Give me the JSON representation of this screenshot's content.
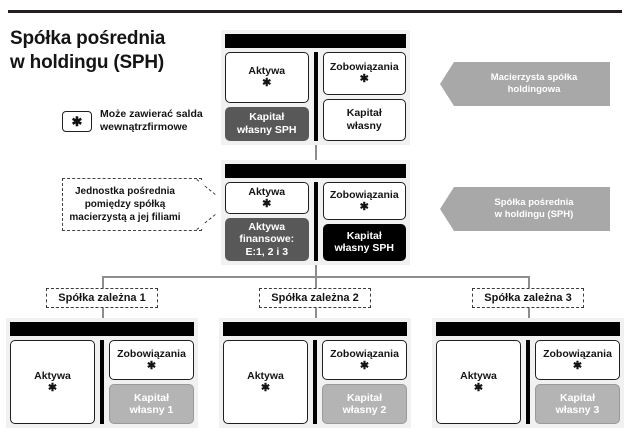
{
  "title": "Spółka pośrednia\nw holdingu (SPH)",
  "legend": {
    "symbol": "✱",
    "text": "Może zawierać salda wewnątrzfirmowe"
  },
  "labels": {
    "assets": "Aktywa",
    "liabilities": "Zobowiązania",
    "equity": "Kapitał\nwłasny",
    "equity_sph": "Kapitał\nwłasny SPH",
    "financial_assets": "Aktywa\nfinansowe:\nE:1, 2 i 3",
    "equity_1": "Kapitał\nwłasny 1",
    "equity_2": "Kapitał\nwłasny 2",
    "equity_3": "Kapitał\nwłasny 3",
    "asterisk": "✱"
  },
  "callouts": {
    "parent": "Macierzysta spółka\nholdingowa",
    "intermediate": "Spółka pośrednia\nw holdingu (SPH)",
    "dashed": "Jednostka pośrednia\npomiędzy spółką\nmacierzystą a jej filiami"
  },
  "subsidiaries": [
    {
      "label": "Spółka zależna 1",
      "equity": "Kapitał\nwłasny 1"
    },
    {
      "label": "Spółka zależna 2",
      "equity": "Kapitał\nwłasny 2"
    },
    {
      "label": "Spółka zależna 3",
      "equity": "Kapitał\nwłasny 3"
    }
  ],
  "colors": {
    "black": "#000000",
    "dark_gray": "#585858",
    "light_gray": "#b4b4b4",
    "callout_gray": "#a8a8a8",
    "panel_bg": "#f1f1f1",
    "line": "#8d8d8d"
  }
}
